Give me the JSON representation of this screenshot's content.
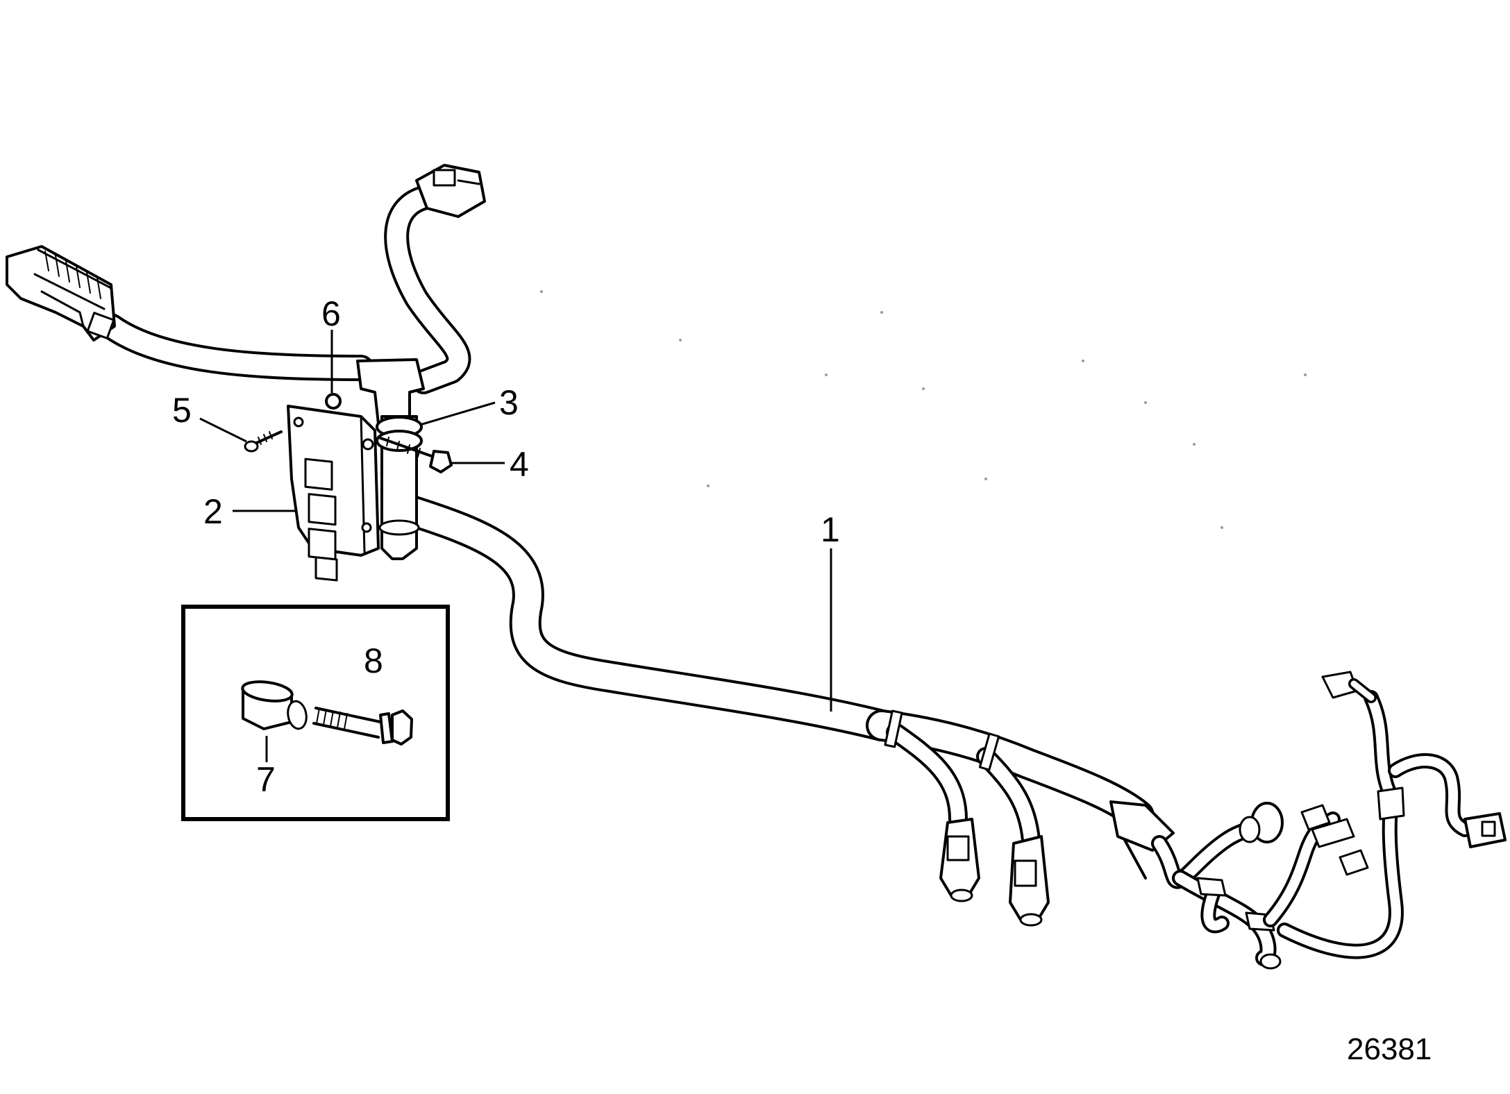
{
  "figure_number": "26381",
  "callouts": [
    {
      "id": "1",
      "label": "1"
    },
    {
      "id": "2",
      "label": "2"
    },
    {
      "id": "3",
      "label": "3"
    },
    {
      "id": "4",
      "label": "4"
    },
    {
      "id": "5",
      "label": "5"
    },
    {
      "id": "6",
      "label": "6"
    },
    {
      "id": "7",
      "label": "7"
    },
    {
      "id": "8",
      "label": "8"
    }
  ],
  "colors": {
    "line": "#000000",
    "background": "#ffffff"
  }
}
